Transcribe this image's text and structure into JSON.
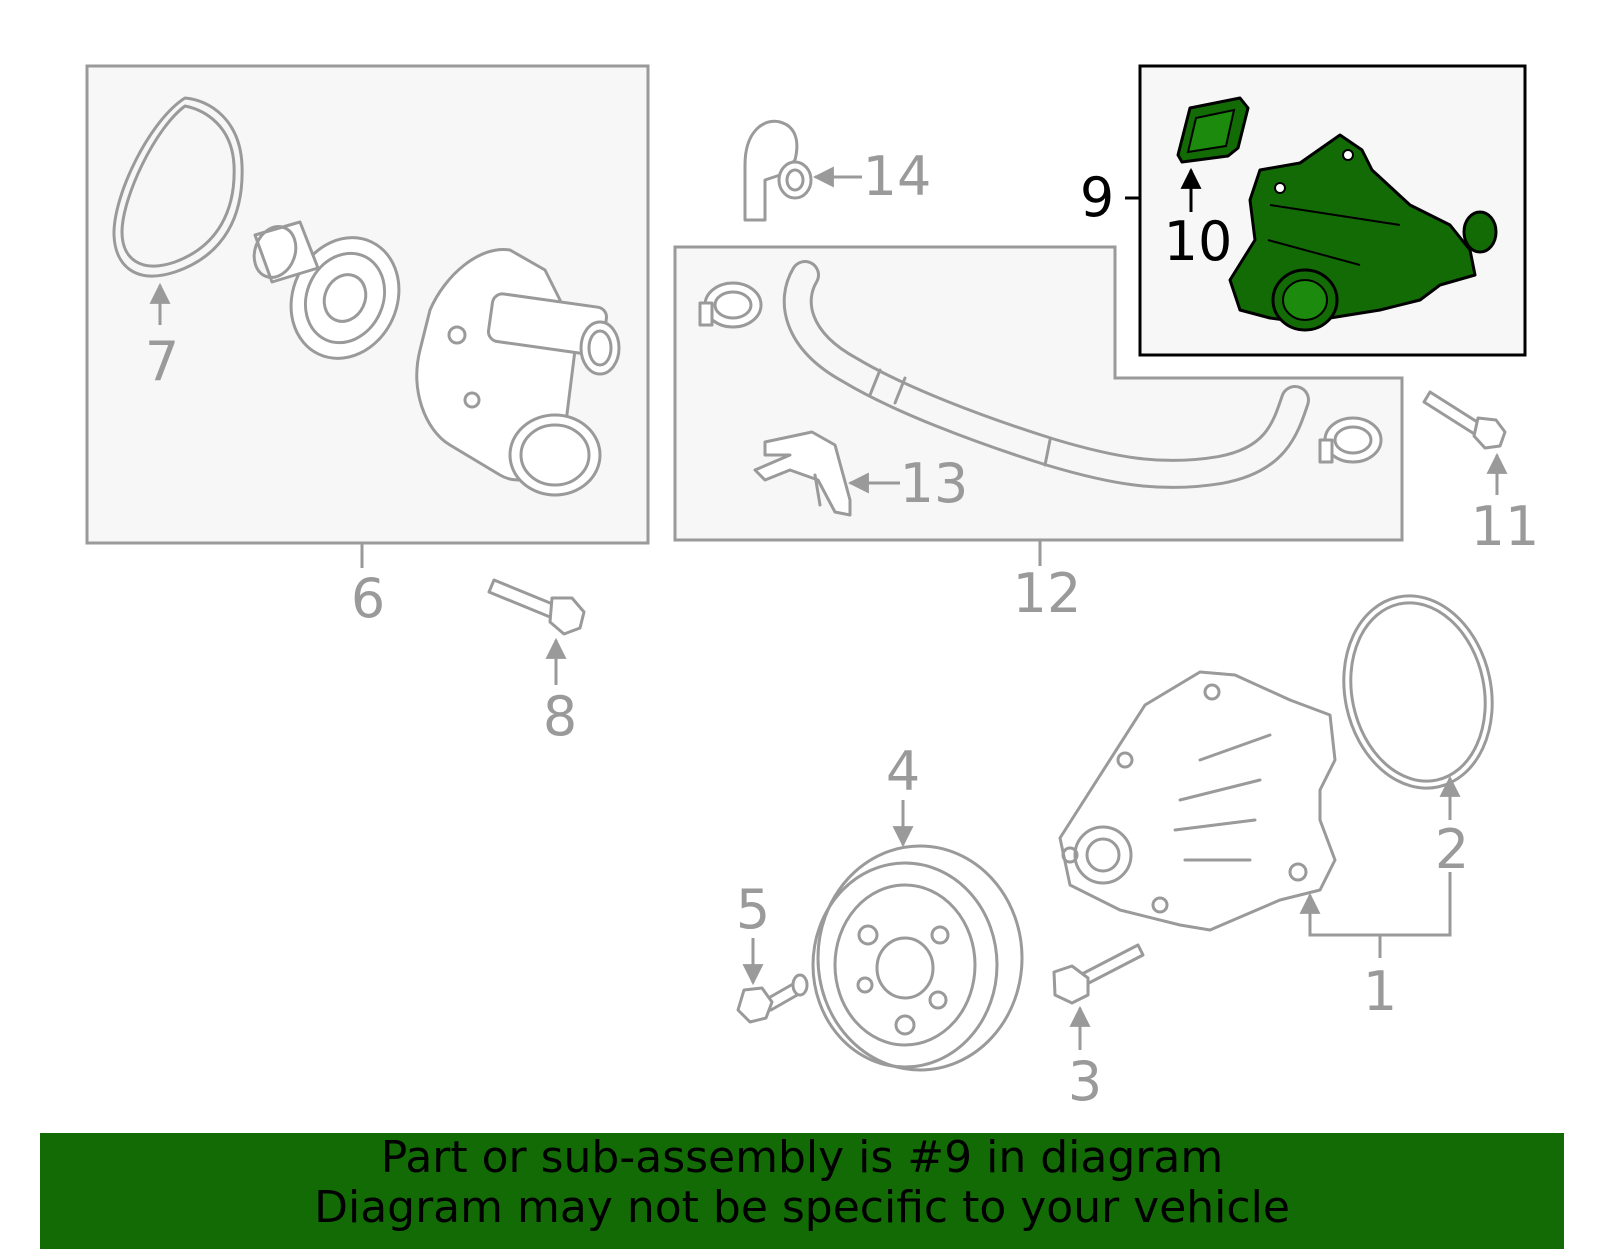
{
  "callouts": {
    "c1": "1",
    "c2": "2",
    "c3": "3",
    "c4": "4",
    "c5": "5",
    "c6": "6",
    "c7": "7",
    "c8": "8",
    "c9": "9",
    "c10": "10",
    "c11": "11",
    "c12": "12",
    "c13": "13",
    "c14": "14"
  },
  "highlight": {
    "part_number": "9",
    "color": "#136b06"
  },
  "banner": {
    "line1": "Part or sub-assembly is #9 in diagram",
    "line2": "Diagram may not be specific to your vehicle"
  }
}
